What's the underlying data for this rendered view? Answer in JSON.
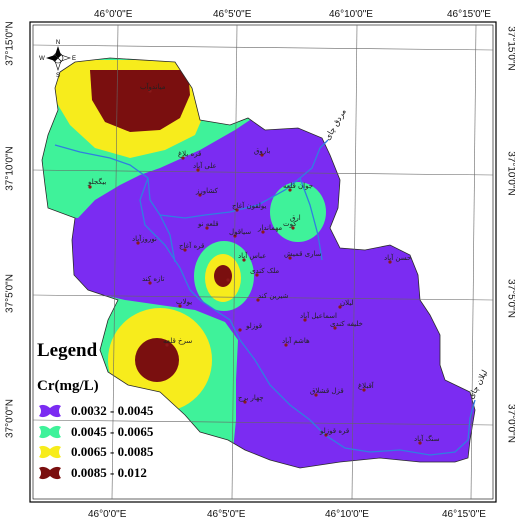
{
  "map": {
    "graticule": {
      "top_labels": [
        "46°0'0\"E",
        "46°5'0\"E",
        "46°10'0\"E",
        "46°15'0\"E"
      ],
      "bottom_labels": [
        "46°0'0\"E",
        "46°5'0\"E",
        "46°10'0\"E",
        "46°15'0\"E"
      ],
      "left_labels": [
        "37°15'0\"N",
        "37°10'0\"N",
        "37°5'0\"N",
        "37°0'0\"N"
      ],
      "right_labels": [
        "37°15'0\"N",
        "37°10'0\"N",
        "37°5'0\"N",
        "37°0'0\"N"
      ]
    },
    "north_arrow": {
      "n": "N",
      "s": "S",
      "e": "E",
      "w": "W"
    },
    "legend": {
      "title": "Legend",
      "subtitle": "Cr(mg/L)",
      "classes": [
        {
          "label": "0.0032 - 0.0045",
          "color": "#7b2cf2"
        },
        {
          "label": "0.0045 - 0.0065",
          "color": "#3ff29a"
        },
        {
          "label": "0.0065 - 0.0085",
          "color": "#f7ec1c"
        },
        {
          "label": "0.0085 - 0.012",
          "color": "#7a0f0f"
        }
      ]
    },
    "river_labels": {
      "north": "مردق چای",
      "east": "لیلان چای"
    },
    "places": [
      {
        "name": "میاندوآب"
      },
      {
        "name": "بیگجلو"
      },
      {
        "name": "کوت"
      },
      {
        "name": "قره بلاغ"
      },
      {
        "name": "ارق"
      },
      {
        "name": "باروق"
      },
      {
        "name": "کشاورز"
      },
      {
        "name": "نوروزآباد"
      },
      {
        "name": "قره آغاج"
      },
      {
        "name": "سیاقول"
      },
      {
        "name": "یولاب"
      },
      {
        "name": "چهار برج"
      },
      {
        "name": "قزل قشلاق"
      },
      {
        "name": "آقبلاغ"
      },
      {
        "name": "قره قوزلو"
      },
      {
        "name": "سنگ آباد"
      },
      {
        "name": "حسن آباد"
      },
      {
        "name": "لیلان"
      },
      {
        "name": "خلیفه کندی"
      },
      {
        "name": "هاشم آباد"
      },
      {
        "name": "قوزلو"
      },
      {
        "name": "ملک کندی"
      },
      {
        "name": "ساری قمیش"
      },
      {
        "name": "قلعه نو"
      },
      {
        "name": "جوان قلعه"
      },
      {
        "name": "سرخ قلعه"
      },
      {
        "name": "تازه کند"
      },
      {
        "name": "عباس آباد"
      },
      {
        "name": "شیرین کند"
      },
      {
        "name": "اسماعیل آباد"
      },
      {
        "name": "مهماندار"
      },
      {
        "name": "یولقون آغاج"
      },
      {
        "name": "علی آباد"
      }
    ]
  }
}
